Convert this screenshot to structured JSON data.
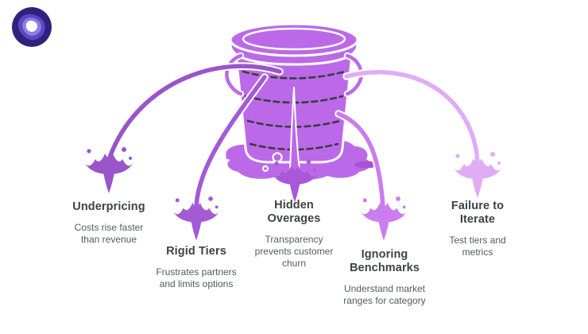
{
  "page": {
    "background": "#ffffff"
  },
  "logo": {
    "outer_color": "#31217f",
    "ring_color": "#5b48c2",
    "inner_ring_color": "#8c7ce8",
    "core_color": "#ffffff"
  },
  "bucket": {
    "color": "#bb69e9",
    "outline_color": "#ffffff",
    "dash_color": "#3d3d3d",
    "puddle_color": "#bb69e9",
    "puddle_spot_color": "#a751d6",
    "center_splash_color": "#a958da"
  },
  "text_colors": {
    "title": "#3f4246",
    "description": "#56595d"
  },
  "leaks": [
    {
      "title": "Underpricing",
      "description": "Costs rise faster than revenue",
      "color": "#9a55c9"
    },
    {
      "title": "Rigid Tiers",
      "description": "Frustrates partners and limits options",
      "color": "#a45ad5"
    },
    {
      "title": "Hidden Overages",
      "description": "Transparency prevents customer churn",
      "color": "#a958da"
    },
    {
      "title": "Ignoring Benchmarks",
      "description": "Understand market ranges for category",
      "color": "#cb7cee"
    },
    {
      "title": "Failure to Iterate",
      "description": "Test tiers and metrics",
      "color": "#e0acf6"
    }
  ]
}
